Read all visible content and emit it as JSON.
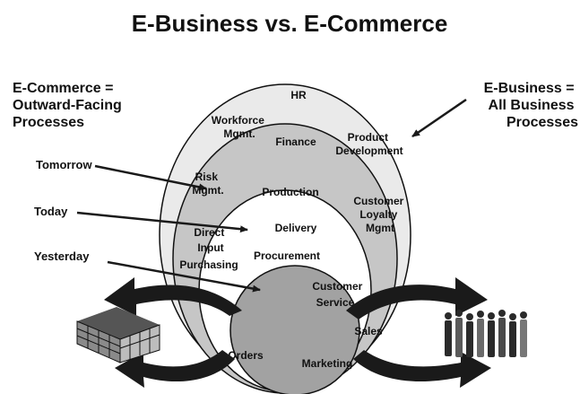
{
  "title": "E-Business vs. E-Commerce",
  "left_heading": [
    "E-Commerce =",
    "Outward-Facing",
    "Processes"
  ],
  "right_heading": [
    "E-Business =",
    "All Business",
    "Processes"
  ],
  "timeline": {
    "tomorrow": "Tomorrow",
    "today": "Today",
    "yesterday": "Yesterday"
  },
  "processes": {
    "hr": [
      "HR"
    ],
    "workforce": [
      "Workforce",
      "Mgmt."
    ],
    "finance": [
      "Finance"
    ],
    "product_dev": [
      "Product",
      "Development"
    ],
    "risk": [
      "Risk",
      "Mgmt."
    ],
    "production": [
      "Production"
    ],
    "customer_loyalty": [
      "Customer",
      "Loyalty",
      "Mgmt"
    ],
    "delivery": [
      "Delivery"
    ],
    "direct_input": [
      "Direct",
      "Input"
    ],
    "purchasing": [
      "Purchasing"
    ],
    "procurement": [
      "Procurement"
    ],
    "customer_service": [
      "Customer",
      "Service"
    ],
    "sales": [
      "Sales"
    ],
    "orders": [
      "Orders"
    ],
    "marketing": [
      "Marketing"
    ]
  },
  "colors": {
    "outer_ellipse": "#eaeaea",
    "middle_ellipse": "#c6c6c6",
    "inner_ellipse": "#ffffff",
    "core_ellipse": "#a2a2a2",
    "arrows": "#1a1a1a",
    "text": "#111111"
  },
  "icons": [
    "building-icon",
    "people-group-icon",
    "cycle-arrows-icon"
  ]
}
